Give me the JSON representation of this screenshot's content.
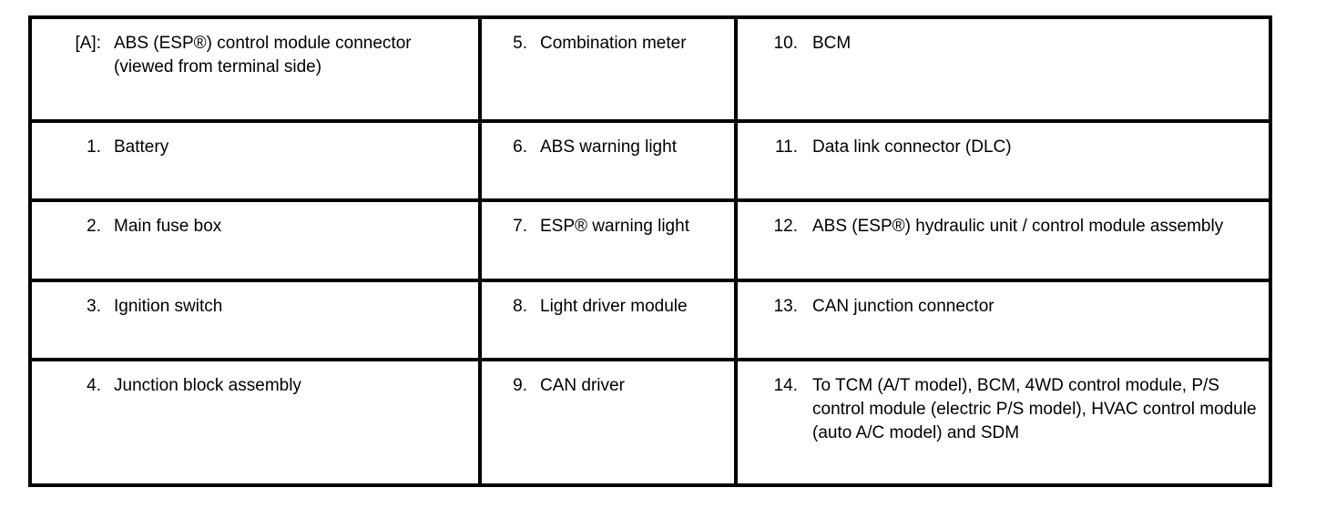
{
  "document": {
    "type": "parts-legend-table",
    "columns": 3,
    "rows": 5,
    "background_color": "#ffffff",
    "border_color": "#000000",
    "text_color": "#000000"
  },
  "table": {
    "rows": [
      {
        "cells": [
          {
            "key": "[A]:",
            "text": "ABS (ESP®) control module connector (viewed from terminal side)"
          },
          {
            "key": "5.",
            "text": "Combination meter"
          },
          {
            "key": "10.",
            "text": "BCM"
          }
        ]
      },
      {
        "cells": [
          {
            "key": "1.",
            "text": "Battery"
          },
          {
            "key": "6.",
            "text": "ABS warning light"
          },
          {
            "key": "11.",
            "text": "Data link connector (DLC)"
          }
        ]
      },
      {
        "cells": [
          {
            "key": "2.",
            "text": "Main fuse box"
          },
          {
            "key": "7.",
            "text": "ESP® warning light"
          },
          {
            "key": "12.",
            "text": "ABS (ESP®) hydraulic unit / control module assembly"
          }
        ]
      },
      {
        "cells": [
          {
            "key": "3.",
            "text": "Ignition switch"
          },
          {
            "key": "8.",
            "text": "Light driver module"
          },
          {
            "key": "13.",
            "text": "CAN junction connector"
          }
        ]
      },
      {
        "cells": [
          {
            "key": "4.",
            "text": "Junction block assembly"
          },
          {
            "key": "9.",
            "text": "CAN driver"
          },
          {
            "key": "14.",
            "text": "To TCM (A/T model), BCM, 4WD control module, P/S control module (electric P/S model), HVAC control module (auto A/C model) and SDM"
          }
        ]
      }
    ]
  }
}
